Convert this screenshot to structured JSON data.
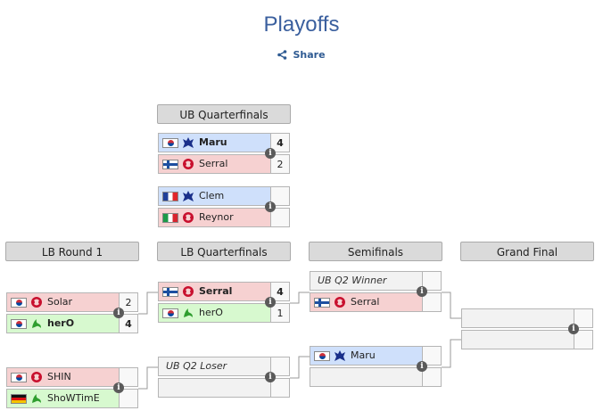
{
  "page": {
    "title": "Playoffs",
    "share_label": "Share"
  },
  "colors": {
    "title": "#3a5f9e",
    "terran_icon": "#1a2f8a",
    "zerg_icon": "#c8102e",
    "protoss_icon": "#2f9e2f"
  },
  "rounds": {
    "ub_quarterfinals": "UB Quarterfinals",
    "lb_round1": "LB Round 1",
    "lb_quarterfinals": "LB Quarterfinals",
    "semifinals": "Semifinals",
    "grand_final": "Grand Final"
  },
  "matches": {
    "ubq1": {
      "top": {
        "name": "Maru",
        "flag": "south-korea-flag",
        "race": "terran-icon",
        "score": "4",
        "winner": true
      },
      "bottom": {
        "name": "Serral",
        "flag": "finland-flag",
        "race": "zerg-icon",
        "score": "2",
        "winner": false
      }
    },
    "ubq2": {
      "top": {
        "name": "Clem",
        "flag": "france-flag",
        "race": "terran-icon",
        "score": ""
      },
      "bottom": {
        "name": "Reynor",
        "flag": "italy-flag",
        "race": "zerg-icon",
        "score": ""
      }
    },
    "lbr1a": {
      "top": {
        "name": "Solar",
        "flag": "south-korea-flag",
        "race": "zerg-icon",
        "score": "2",
        "winner": false
      },
      "bottom": {
        "name": "herO",
        "flag": "south-korea-flag",
        "race": "protoss-icon",
        "score": "4",
        "winner": true
      }
    },
    "lbr1b": {
      "top": {
        "name": "SHIN",
        "flag": "south-korea-flag",
        "race": "zerg-icon",
        "score": ""
      },
      "bottom": {
        "name": "ShoWTimE",
        "flag": "germany-flag",
        "race": "protoss-icon",
        "score": ""
      }
    },
    "lbqa": {
      "top": {
        "name": "Serral",
        "flag": "finland-flag",
        "race": "zerg-icon",
        "score": "4",
        "winner": true
      },
      "bottom": {
        "name": "herO",
        "flag": "south-korea-flag",
        "race": "protoss-icon",
        "score": "1",
        "winner": false
      }
    },
    "lbqb": {
      "top": {
        "placeholder": "UB Q2 Loser"
      }
    },
    "semi1": {
      "top": {
        "placeholder": "UB Q2 Winner"
      },
      "bottom": {
        "name": "Serral",
        "flag": "finland-flag",
        "race": "zerg-icon",
        "score": ""
      }
    },
    "semi2": {
      "top": {
        "name": "Maru",
        "flag": "south-korea-flag",
        "race": "terran-icon",
        "score": ""
      }
    }
  },
  "info_icon_glyph": "i"
}
